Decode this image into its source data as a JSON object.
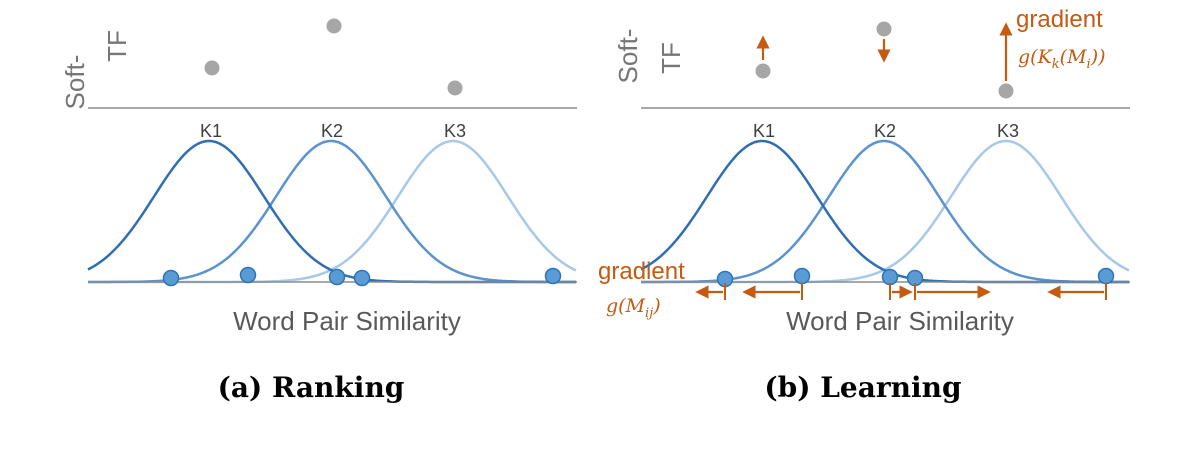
{
  "colors": {
    "axis": "#8c8c8c",
    "label_gray": "#767676",
    "point_gray": "#a6a6a6",
    "k1": "#2f6fb1",
    "k2": "#5b93cf",
    "k3": "#a7c8e8",
    "dot": "#5b9bd5",
    "dot_stroke": "#2e75b6",
    "gradient": "#c55a11"
  },
  "panel_a": {
    "y_label_line1": "Soft-",
    "y_label_line2": "TF",
    "kernels": [
      "K1",
      "K2",
      "K3"
    ],
    "x_label": "Word Pair Similarity",
    "caption": "(a) Ranking"
  },
  "panel_b": {
    "y_label_line1": "Soft-",
    "y_label_line2": "TF",
    "kernels": [
      "K1",
      "K2",
      "K3"
    ],
    "x_label": "Word Pair Similarity",
    "caption": "(b) Learning",
    "gradient_top_word": "gradient",
    "gradient_top_formula": "g(K",
    "gradient_top_formula_k": "k",
    "gradient_top_formula_mid": "(M",
    "gradient_top_formula_i": "i",
    "gradient_top_formula_end": "))",
    "gradient_bottom_word": "gradient",
    "gradient_bottom_formula": "g(M",
    "gradient_bottom_formula_ij": "ij",
    "gradient_bottom_formula_end": ")"
  }
}
